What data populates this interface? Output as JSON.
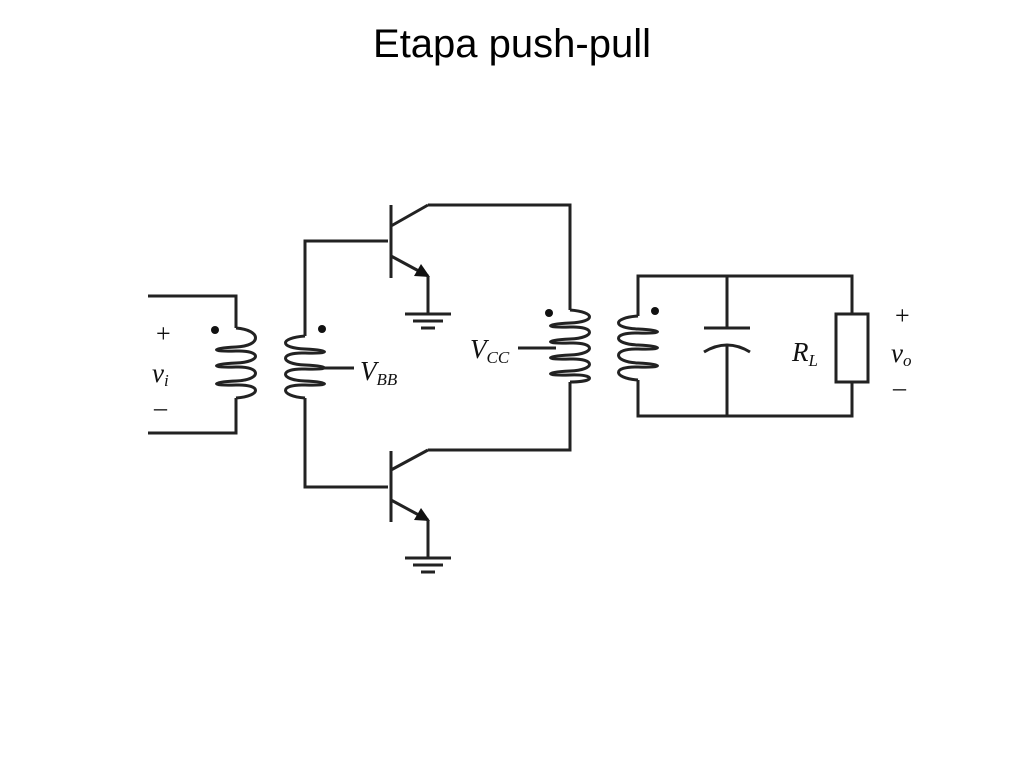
{
  "title": "Etapa push-pull",
  "labels": {
    "vi_plus": "+",
    "vi_var": "v",
    "vi_sub": "i",
    "vi_minus": "–",
    "vbb_var": "V",
    "vbb_sub": "BB",
    "vcc_var": "V",
    "vcc_sub": "CC",
    "rl_var": "R",
    "rl_sub": "L",
    "vo_plus": "+",
    "vo_var": "v",
    "vo_sub": "o",
    "vo_minus": "–"
  },
  "colors": {
    "wire": "#222222",
    "text": "#111111",
    "background": "#ffffff"
  }
}
